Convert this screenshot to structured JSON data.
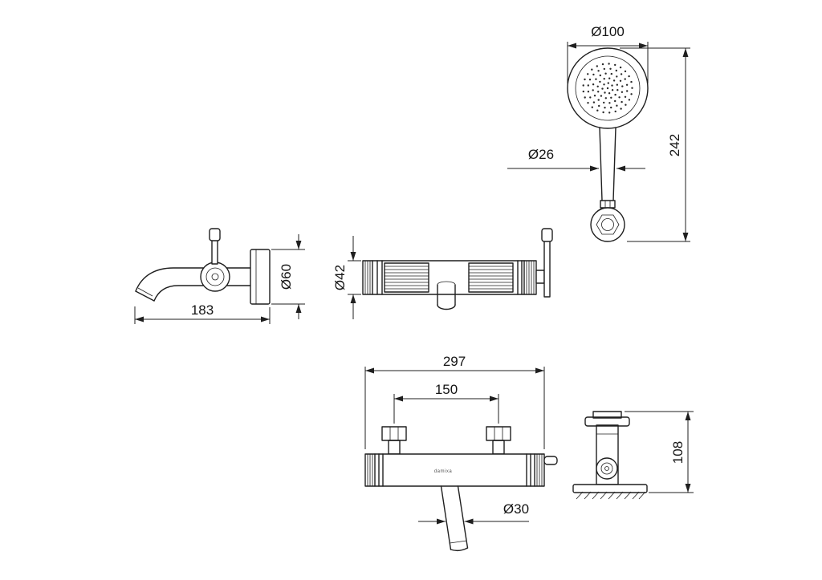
{
  "drawing": {
    "background": "#ffffff",
    "line_color": "#1f1f1f",
    "views": {
      "hand_shower": {
        "dim_head_diameter": "Ø100",
        "dim_handle_diameter": "Ø26",
        "dim_height": "242"
      },
      "wall_spout": {
        "dim_projection": "183",
        "dim_flange_diameter": "Ø60"
      },
      "mixer_top": {
        "dim_body_diameter": "Ø42"
      },
      "mixer_front": {
        "dim_overall_width": "297",
        "dim_connection_centers": "150",
        "dim_spout_diameter": "Ø30",
        "brand": "damixa"
      },
      "mixer_side": {
        "dim_depth": "108"
      }
    }
  }
}
